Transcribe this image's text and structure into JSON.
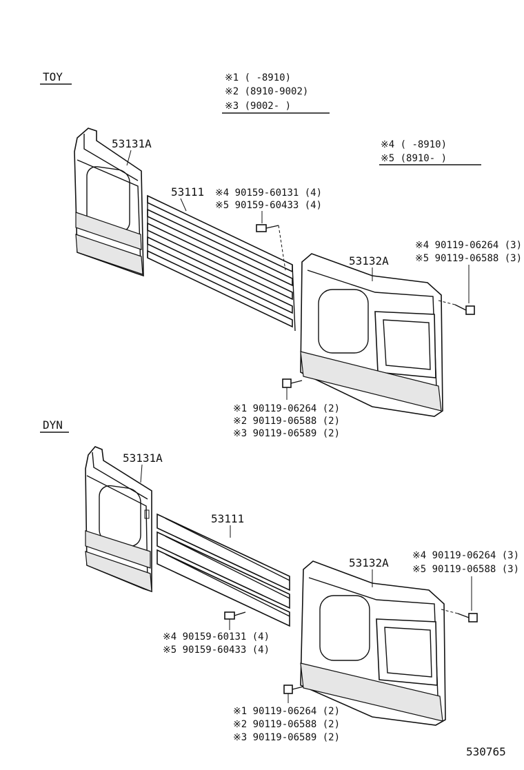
{
  "sections": {
    "toy": {
      "title": "TOY",
      "notes_top": [
        "※1 (      -8910)",
        "※2 (8910-9002)",
        "※3 (9002-      )"
      ],
      "notes_right": [
        "※4 (      -8910)",
        "※5 (8910-      )"
      ],
      "parts": {
        "left_panel": "53131A",
        "grille_bars": "53111",
        "right_panel": "53132A"
      },
      "screw_grille": [
        "※4  90159-60131 (4)",
        "※5  90159-60433 (4)"
      ],
      "bolt_right": [
        "※4 90119-06264 (3)",
        "※5 90119-06588 (3)"
      ],
      "bolt_bottom": [
        "※1  90119-06264 (2)",
        "※2  90119-06588 (2)",
        "※3  90119-06589 (2)"
      ]
    },
    "dyn": {
      "title": "DYN",
      "parts": {
        "left_panel": "53131A",
        "grille_bars": "53111",
        "right_panel": "53132A"
      },
      "bolt_right": [
        "※4 90119-06264 (3)",
        "※5 90119-06588 (3)"
      ],
      "screw_grille": [
        "※4 90159-60131 (4)",
        "※5 90159-60433 (4)"
      ],
      "bolt_bottom": [
        "※1 90119-06264 (2)",
        "※2 90119-06588 (2)",
        "※3 90119-06589 (2)"
      ]
    }
  },
  "diagram_id": "530765"
}
